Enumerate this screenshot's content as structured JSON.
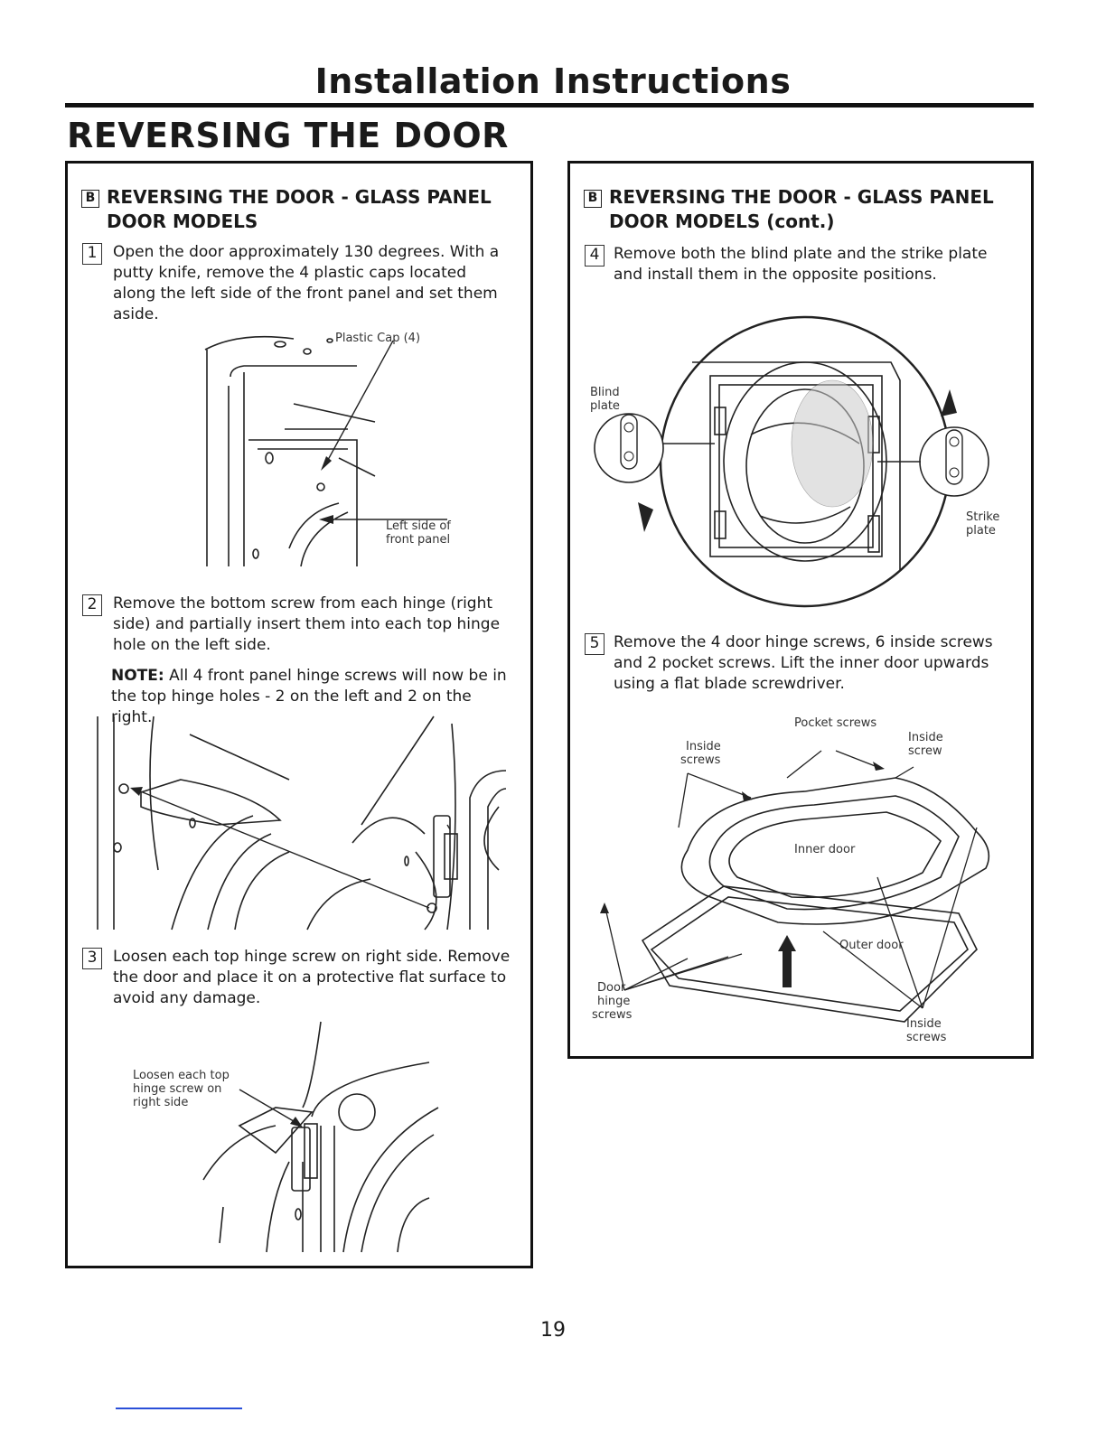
{
  "header": {
    "title": "Installation Instructions"
  },
  "section_title": "REVERSING THE DOOR",
  "left_panel": {
    "badge": "B",
    "heading_line1": "REVERSING THE DOOR - GLASS PANEL",
    "heading_line2": "DOOR MODELS",
    "step1": {
      "num": "1",
      "text": "Open the door approximately 130 degrees. With a putty knife, remove the 4 plastic caps located along the left side of the front panel and set them aside."
    },
    "fig1": {
      "label_cap": "Plastic Cap (4)",
      "label_side_1": "Left side of",
      "label_side_2": "front panel"
    },
    "step2": {
      "num": "2",
      "text": "Remove the bottom screw from each hinge (right side) and partially insert them into each top hinge hole on the left side."
    },
    "note": {
      "key": "NOTE:",
      "text": "All 4 front panel hinge screws will now be in the top hinge holes - 2 on the left and 2 on the right."
    },
    "step3": {
      "num": "3",
      "text": "Loosen each top hinge screw on right side. Remove the door and place it on a protective flat surface to avoid any damage."
    },
    "fig3": {
      "label_1": "Loosen each top",
      "label_2": "hinge screw on",
      "label_3": "right side"
    }
  },
  "right_panel": {
    "badge": "B",
    "heading_line1": "REVERSING THE DOOR - GLASS PANEL",
    "heading_line2": "DOOR MODELS (cont.)",
    "step4": {
      "num": "4",
      "text": "Remove both the blind plate and the strike plate and install them in the opposite positions."
    },
    "fig4": {
      "blind_1": "Blind",
      "blind_2": "plate",
      "strike_1": "Strike",
      "strike_2": "plate"
    },
    "step5": {
      "num": "5",
      "text": "Remove the 4 door hinge screws, 6 inside screws and 2 pocket screws. Lift the inner door upwards using a flat blade screwdriver."
    },
    "fig5": {
      "pocket": "Pocket screws",
      "inside_l1": "Inside",
      "inside_l2": "screws",
      "inside_r1": "Inside",
      "inside_r2": "screw",
      "inner_door": "Inner door",
      "outer_door": "Outer door",
      "hinge_1": "Door",
      "hinge_2": "hinge",
      "hinge_3": "screws",
      "inside_b1": "Inside",
      "inside_b2": "screws"
    }
  },
  "footer": {
    "page_number": "19"
  }
}
